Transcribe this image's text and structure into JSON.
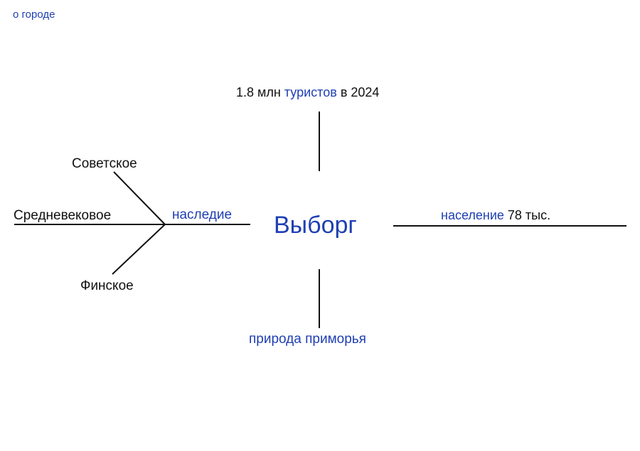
{
  "nav": {
    "about_city": "о городе"
  },
  "center": {
    "title": "Выборг"
  },
  "top_branch": {
    "number": "1.8 млн",
    "keyword": "туристов",
    "suffix": "в 2024"
  },
  "right_branch": {
    "keyword": "население",
    "value": "78 тыс."
  },
  "bottom_branch": {
    "label": "природа приморья"
  },
  "left_branch": {
    "label": "наследие",
    "sub_items": [
      "Советское",
      "Средневековое",
      "Финское"
    ]
  },
  "colors": {
    "accent": "#1f3fb3",
    "text": "#111111",
    "background": "#ffffff"
  }
}
